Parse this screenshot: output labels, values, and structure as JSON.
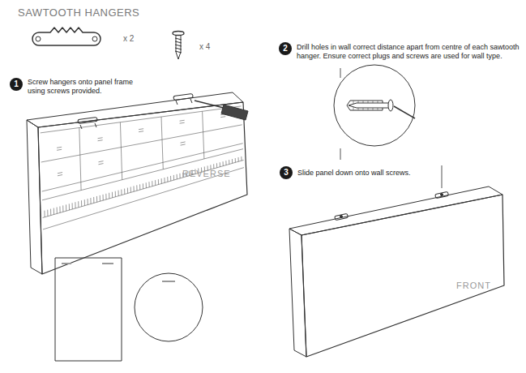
{
  "diagram": {
    "title": "SAWTOOTH HANGERS",
    "nodes": [
      {
        "text": [
          "REVERSE"
        ]
      },
      {
        "text": [
          "FRONT"
        ]
      }
    ],
    "labels": [
      "x 2",
      "x 4",
      "1",
      "Screw hangers onto panel frame using screws provided.",
      "2",
      "Drill holes in wall correct distance apart from centre of each sawtooth hanger. Ensure correct plugs and screws are used for wall type.",
      "3",
      "Slide panel down onto wall screws."
    ]
  }
}
